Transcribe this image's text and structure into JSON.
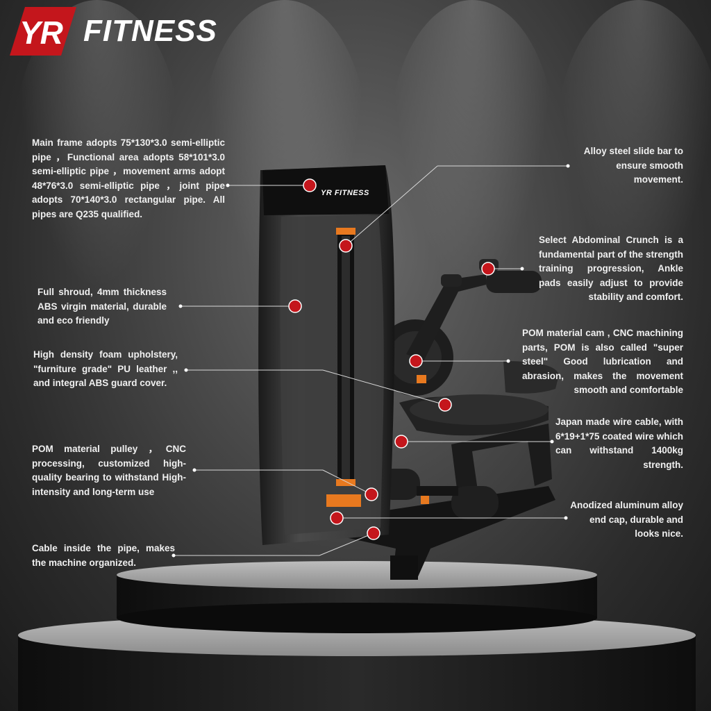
{
  "brand": {
    "logo_mark": "YR",
    "logo_word": "FITNESS",
    "machine_badge": "YR FITNESS",
    "accent_color": "#c4161c",
    "machine_accent": "#e8791f"
  },
  "callouts": {
    "frame": "Main frame adopts 75*130*3.0 semi-elliptic pipe ，Functional area adopts 58*101*3.0 semi-elliptic pipe ，movement arms adopt 48*76*3.0 semi-elliptic pipe ，joint pipe adopts 70*140*3.0 rectangular pipe. All pipes are Q235 qualified.",
    "shroud": "Full shroud, 4mm thickness ABS virgin material, durable and eco friendly",
    "upholstery": "High density foam upholstery, \"furniture grade\" PU leather ,, and integral ABS guard cover.",
    "pulley": "POM material pulley ，CNC processing, customized high-quality bearing to withstand High-intensity and long-term use",
    "cable_pipe": "Cable inside the pipe, makes the machine organized.",
    "slide_bar": "Alloy steel slide bar to ensure smooth movement.",
    "abdominal": "Select Abdominal Crunch is a fundamental part of the strength training progression, Ankle pads easily adjust to provide stability and comfort.",
    "cam": "POM material cam , CNC machining parts, POM is also called \"super steel\" Good lubrication and abrasion, makes the movement smooth and comfortable",
    "wire": "Japan made wire cable, with 6*19+1*75 coated wire which can withstand 1400kg strength.",
    "end_cap": "Anodized aluminum alloy end cap, durable and looks nice."
  }
}
